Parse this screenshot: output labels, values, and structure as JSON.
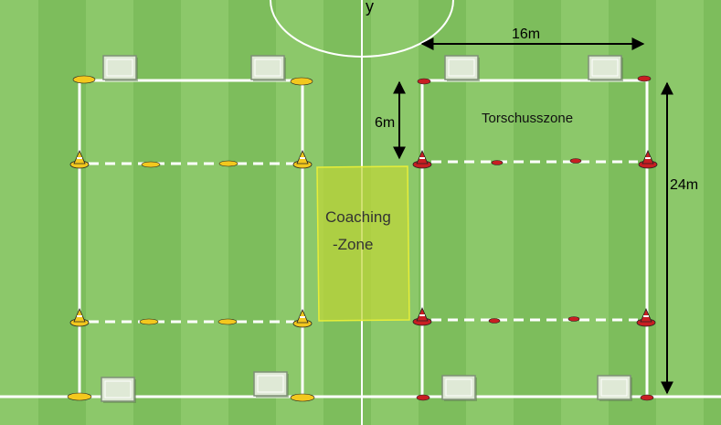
{
  "top_title_fragment": "y",
  "dimensions": {
    "width_label": "16m",
    "depth_label": "6m",
    "length_label": "24m"
  },
  "zones": {
    "shooting_zone_label": "Torschusszone",
    "coaching_zone_line1": "Coaching",
    "coaching_zone_line2": "-Zone"
  },
  "colors": {
    "grass_light": "#8cc86a",
    "grass_dark": "#7dbd5c",
    "line": "#ffffff",
    "coaching_fill": "#bfd63a",
    "coaching_border": "#e6ee3a",
    "cone_yellow": "#f3c81e",
    "cone_red": "#c81e22",
    "goal_fill": "#dfe9d6"
  },
  "equipment": {
    "left_field": {
      "cone_color": "yellow",
      "goals": 4,
      "cones": 8,
      "discs": 4
    },
    "right_field": {
      "cone_color": "red",
      "goals": 4,
      "cones": 8,
      "discs": 4
    }
  }
}
